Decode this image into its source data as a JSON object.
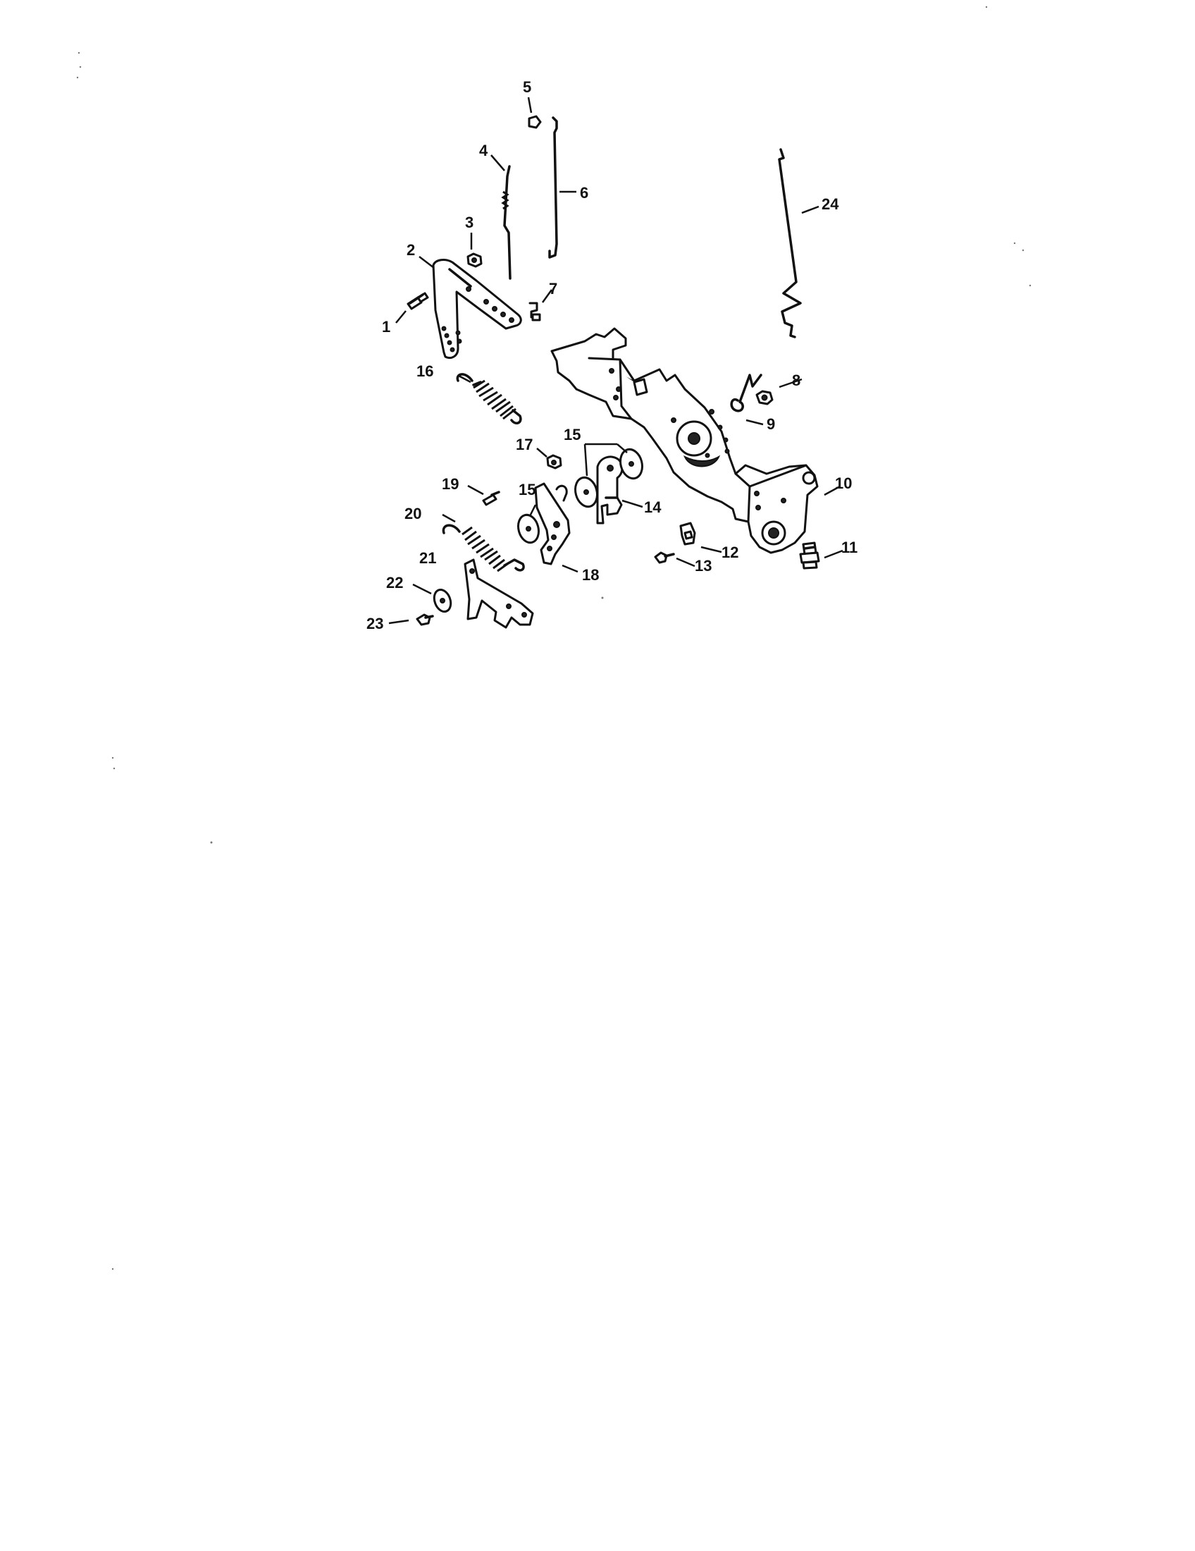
{
  "diagram": {
    "callouts": [
      "1",
      "2",
      "3",
      "4",
      "5",
      "6",
      "7",
      "8",
      "9",
      "10",
      "11",
      "12",
      "13",
      "14",
      "15",
      "15",
      "16",
      "17",
      "18",
      "19",
      "20",
      "21",
      "22",
      "23",
      "24"
    ]
  },
  "colors": {
    "ink": "#111111",
    "paper": "#ffffff"
  }
}
